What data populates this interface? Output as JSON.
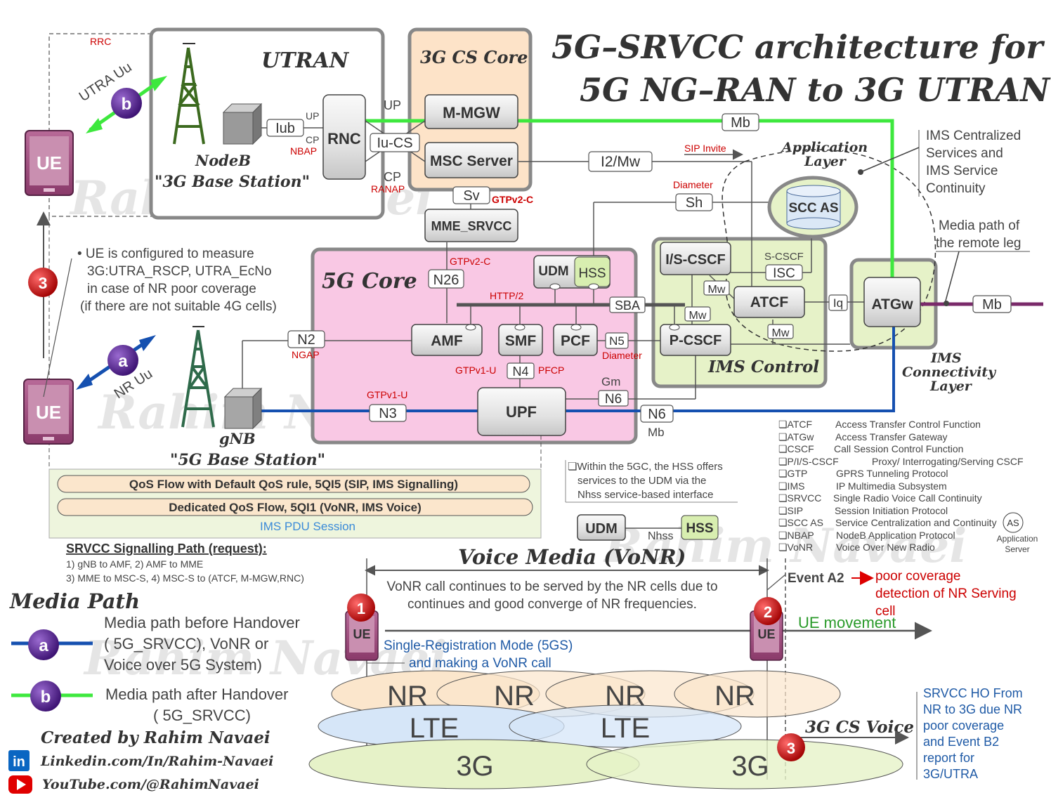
{
  "title": {
    "line1": "5G–SRVCC architecture for",
    "line2": "5G NG–RAN to 3G UTRAN"
  },
  "domains": {
    "utran": "UTRAN",
    "cs_core": "3G CS Core",
    "core_5g": "5G Core",
    "ims_control": "IMS Control",
    "app_layer_1": "Application",
    "app_layer_2": "Layer",
    "ims_conn_1": "IMS",
    "ims_conn_2": "Connectivity",
    "ims_conn_3": "Layer"
  },
  "nodes": {
    "ue": "UE",
    "nodeb": "NodeB",
    "nodeb_desc": "\"3G Base Station\"",
    "gnb": "gNB",
    "gnb_desc": "\"5G Base Station\"",
    "rnc": "RNC",
    "mmgw": "M-MGW",
    "msc": "MSC Server",
    "mme": "MME_SRVCC",
    "udm": "UDM",
    "hss": "HSS",
    "amf": "AMF",
    "smf": "SMF",
    "pcf": "PCF",
    "upf": "UPF",
    "iscscf": "I/S-CSCF",
    "pcscf": "P-CSCF",
    "atcf": "ATCF",
    "atgw": "ATGw",
    "sccas": "SCC AS"
  },
  "interfaces": {
    "iub": "Iub",
    "iucs": "Iu-CS",
    "sv": "Sv",
    "mb": "Mb",
    "i2mw": "I2/Mw",
    "sh": "Sh",
    "isc": "ISC",
    "scscf": "S-CSCF",
    "mw": "Mw",
    "iq": "Iq",
    "n26": "N26",
    "n2": "N2",
    "n3": "N3",
    "n4": "N4",
    "n5": "N5",
    "n6": "N6",
    "sba": "SBA",
    "gm": "Gm",
    "nhss": "Nhss"
  },
  "protocols": {
    "rrc": "RRC",
    "utra_uu": "UTRA Uu",
    "nr_uu": "NR Uu",
    "up": "UP",
    "cp": "CP",
    "nbap": "NBAP",
    "ranap": "RANAP",
    "gtpv2c": "GTPv2-C",
    "sip_invite": "SIP Invite",
    "diameter": "Diameter",
    "http2": "HTTP/2",
    "ngap": "NGAP",
    "gtpv1u": "GTPv1-U",
    "pfcp": "PFCP"
  },
  "notes": {
    "ims_services": [
      "IMS Centralized",
      "Services and",
      "IMS Service",
      "Continuity"
    ],
    "remote_leg": [
      "Media path of",
      "the remote leg"
    ],
    "ue_measure": [
      "• UE is configured to measure",
      "3G:UTRA_RSCP, UTRA_EcNo",
      "in case of NR poor coverage",
      "(if there are not suitable 4G cells)"
    ],
    "hss_note": [
      "❏Within the 5GC, the HSS offers",
      "services to the UDM via the",
      "Nhss service-based interface"
    ]
  },
  "qos": {
    "default_flow": "QoS Flow with Default QoS rule, 5QI5 (SIP, IMS Signalling)",
    "dedicated_flow": "Dedicated QoS Flow, 5QI1 (VoNR, IMS Voice)",
    "pdu_session": "IMS PDU Session"
  },
  "srvcc_path": {
    "title": "SRVCC Signalling Path (request):",
    "line1": "1) gNB to AMF, 2) AMF to MME",
    "line2": "3) MME to MSC-S, 4) MSC-S to (ATCF, M-MGW,RNC)"
  },
  "glossary": [
    {
      "abbr": "❏ATCF",
      "desc": "Access Transfer Control Function"
    },
    {
      "abbr": "❏ATGw",
      "desc": "Access Transfer Gateway"
    },
    {
      "abbr": "❏CSCF",
      "desc": "Call Session Control Function"
    },
    {
      "abbr": "❏P/I/S-CSCF",
      "desc": "Proxy/ Interrogating/Serving CSCF"
    },
    {
      "abbr": "❏GTP",
      "desc": "GPRS Tunneling Protocol"
    },
    {
      "abbr": "❏IMS",
      "desc": "IP Multimedia Subsystem"
    },
    {
      "abbr": "❏SRVCC",
      "desc": "Single Radio Voice Call Continuity"
    },
    {
      "abbr": "❏SIP",
      "desc": "Session Initiation Protocol"
    },
    {
      "abbr": "❏SCC AS",
      "desc": "Service Centralization and Continuity"
    },
    {
      "abbr": "❏NBAP",
      "desc": "NodeB Application Protocol"
    },
    {
      "abbr": "❏VoNR",
      "desc": "Voice Over New Radio"
    }
  ],
  "as_badge": {
    "abbr": "AS",
    "line1": "Application",
    "line2": "Server"
  },
  "media_path": {
    "title": "Media Path",
    "before": [
      "Media path before Handover",
      "( 5G_SRVCC), VoNR or",
      "Voice over 5G System)"
    ],
    "after": [
      "Media path after Handover",
      "( 5G_SRVCC)"
    ],
    "badge_a": "a",
    "badge_b": "b"
  },
  "steps": {
    "s1": "1",
    "s2": "2",
    "s3": "3"
  },
  "voice": {
    "title": "Voice Media (VoNR)",
    "desc": [
      "VoNR call continues to be served by the NR cells due to",
      "continues and good converge of NR frequencies."
    ],
    "event_a2": "Event A2",
    "poor": [
      "poor coverage",
      "detection of NR Serving",
      "cell"
    ],
    "ue_movement": "UE movement",
    "single_reg": [
      "Single-Registration Mode (5GS)",
      "and making a VoNR call"
    ],
    "cs_voice": "3G CS Voice",
    "ho_note": [
      "SRVCC HO From",
      "NR to 3G due NR",
      "poor coverage",
      "and Event B2",
      "report for",
      "3G/UTRA"
    ]
  },
  "cells": {
    "nr": "NR",
    "lte": "LTE",
    "g3": "3G"
  },
  "credits": {
    "created": "Created by Rahim Navaei",
    "linkedin": "Linkedin.com/In/Rahim-Navaei",
    "youtube": "YouTube.com/@RahimNavaei",
    "linkedin_icon": "in"
  },
  "watermark": "Rahim Navaei",
  "colors": {
    "path_b": "#3ee83e",
    "path_a": "#1550b0",
    "remote": "#7a2a6a",
    "utran_bg": "#ffffff",
    "cs_bg": "#fde3c8",
    "core_bg": "#f9c8e4",
    "ims_bg": "#e6f2c8",
    "ue": "#7a2a5a",
    "badge": "#5a2a90",
    "step": "#cc1111"
  }
}
